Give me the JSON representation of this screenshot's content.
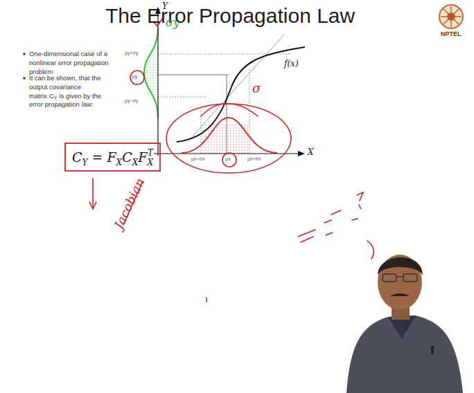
{
  "diagram": {
    "title": "The Error Propagation Law",
    "labels": [
      "One-dimensional case of a nonlinear error propagation problem",
      "It can be shown, that the output covariance matrix",
      "C",
      "Y",
      "is given by the error propagation law:",
      "C",
      "Y",
      "=",
      "F",
      "X",
      "C",
      "X",
      "F",
      "X",
      "T",
      "f(x)",
      "X",
      "Y",
      "μy+σy",
      "μy",
      "μy−σy",
      "μx−σx",
      "μx",
      "μx+σx",
      "σy",
      "σ",
      "Jacobian",
      "NPTEL"
    ]
  }
}
